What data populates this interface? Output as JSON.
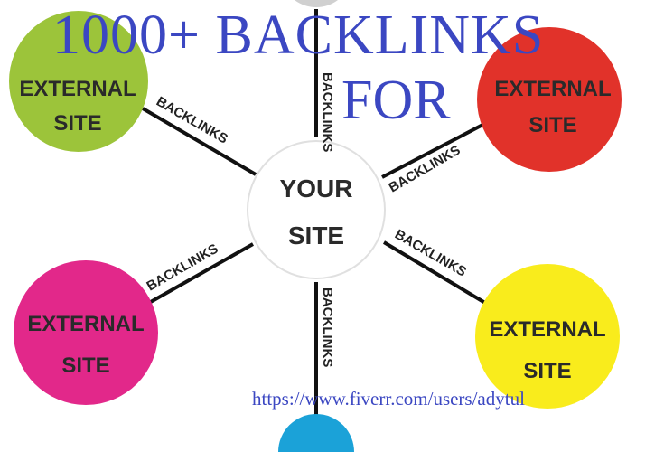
{
  "headline": {
    "line1": "1000+ BACKLINKS",
    "line2": "FOR"
  },
  "url": "https://www.fiverr.com/users/adytul",
  "center_node": {
    "line1": "YOUR",
    "line2": "SITE"
  },
  "external_nodes": [
    {
      "line1": "EXTERNAL",
      "line2": "SITE",
      "color": "#9cc43a"
    },
    {
      "line1": "EXTERNAL",
      "line2": "SITE",
      "color": "#e1322a"
    },
    {
      "line1": "EXTERNAL",
      "line2": "SITE",
      "color": "#e2288a"
    },
    {
      "line1": "EXTERNAL",
      "line2": "SITE",
      "color": "#f9ec1c"
    }
  ],
  "link_label": "BACKLINKS",
  "colors": {
    "headline": "#3b47c2",
    "top_node": "#d0d0d0",
    "bottom_node": "#1ba2d8"
  }
}
